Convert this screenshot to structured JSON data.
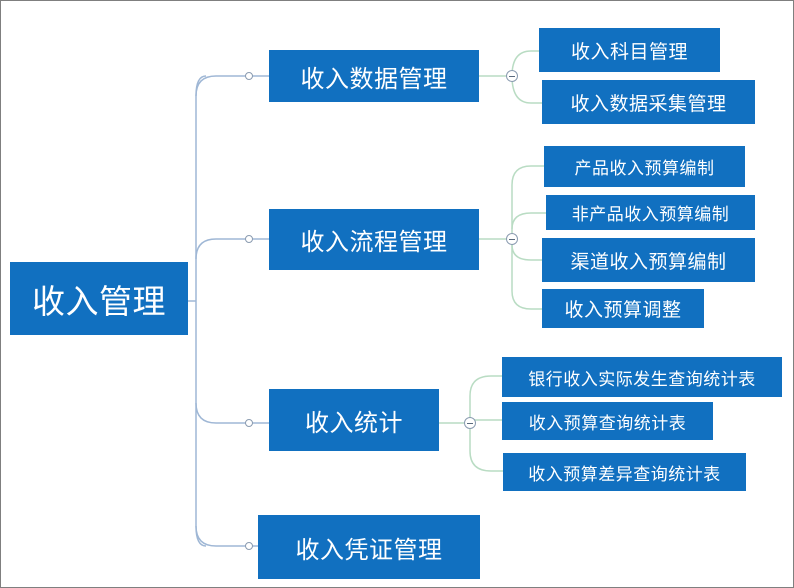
{
  "root": {
    "label": "收入管理"
  },
  "branches": [
    {
      "label": "收入数据管理",
      "children": [
        "收入科目管理",
        "收入数据采集管理"
      ]
    },
    {
      "label": "收入流程管理",
      "children": [
        "产品收入预算编制",
        "非产品收入预算编制",
        "渠道收入预算编制",
        "收入预算调整"
      ]
    },
    {
      "label": "收入统计",
      "children": [
        "银行收入实际发生查询统计表",
        "收入预算查询统计表",
        "收入预算差异查询统计表"
      ]
    },
    {
      "label": "收入凭证管理",
      "children": []
    }
  ],
  "colors": {
    "node_fill": "#1170c0",
    "node_text": "#ffffff",
    "root_link": "#9fb7d5",
    "child_link": "#b9dcc3",
    "toggle_border": "#8a9bb0"
  }
}
